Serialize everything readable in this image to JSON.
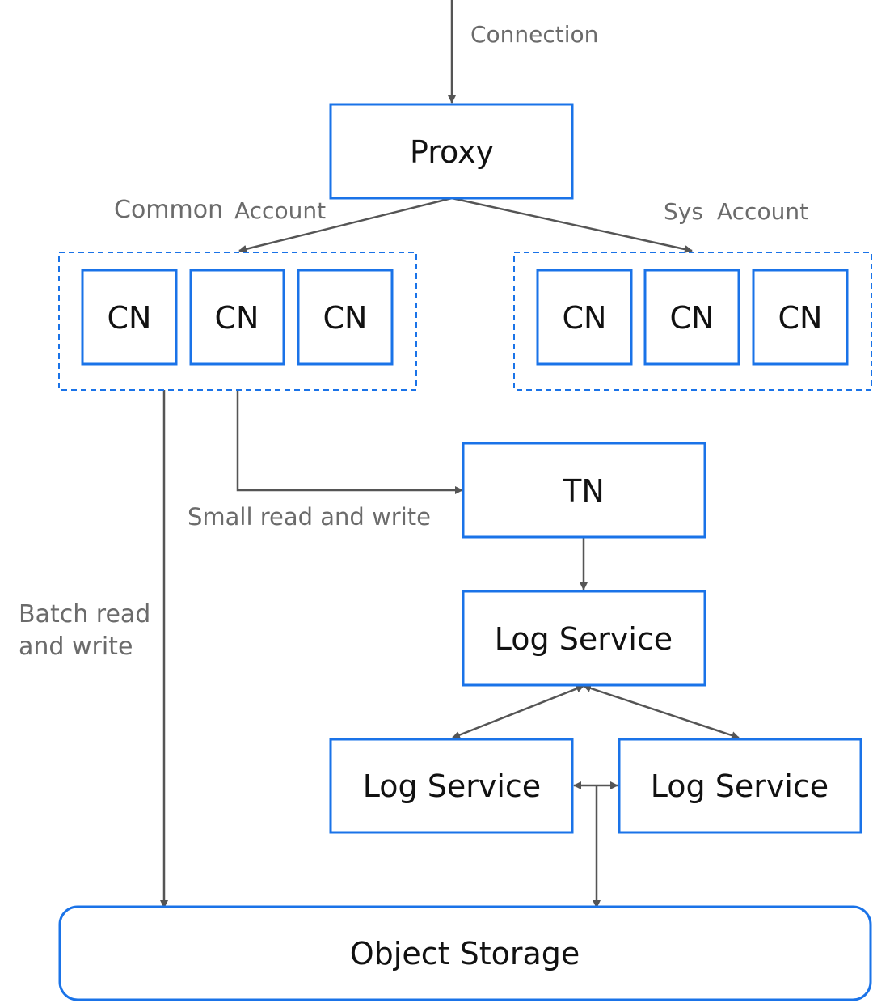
{
  "colors": {
    "node_border": "#1a73e8",
    "edge": "#555555",
    "edge_label": "#6b6b6b",
    "node_text": "#111111"
  },
  "nodes": {
    "proxy": "Proxy",
    "common_cn_1": "CN",
    "common_cn_2": "CN",
    "common_cn_3": "CN",
    "sys_cn_1": "CN",
    "sys_cn_2": "CN",
    "sys_cn_3": "CN",
    "tn": "TN",
    "log_service_main": "Log Service",
    "log_service_left": "Log Service",
    "log_service_right": "Log Service",
    "object_storage": "Object Storage"
  },
  "edge_labels": {
    "connection": "Connection",
    "common_account_1": "Common",
    "common_account_2": "Account",
    "sys_account_1": "Sys",
    "sys_account_2": "Account",
    "small_rw": "Small read and write",
    "batch_rw_1": "Batch read",
    "batch_rw_2": "and write"
  }
}
